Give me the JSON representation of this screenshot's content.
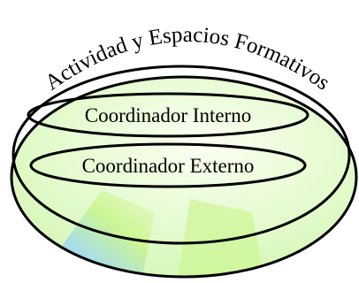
{
  "diagram": {
    "outer_label": "Actividad y Espacios Formativos",
    "inner_labels": {
      "top": "Coordinador Interno",
      "bottom": "Coordinador Externo"
    }
  },
  "colors": {
    "outline": "#000000",
    "fill_base": "#dffbc8",
    "fill_light": "#fbfff2",
    "fill_lime": "#c9f58a",
    "fill_pink": "#f0a8e6",
    "fill_blue": "#9fd9f2"
  }
}
